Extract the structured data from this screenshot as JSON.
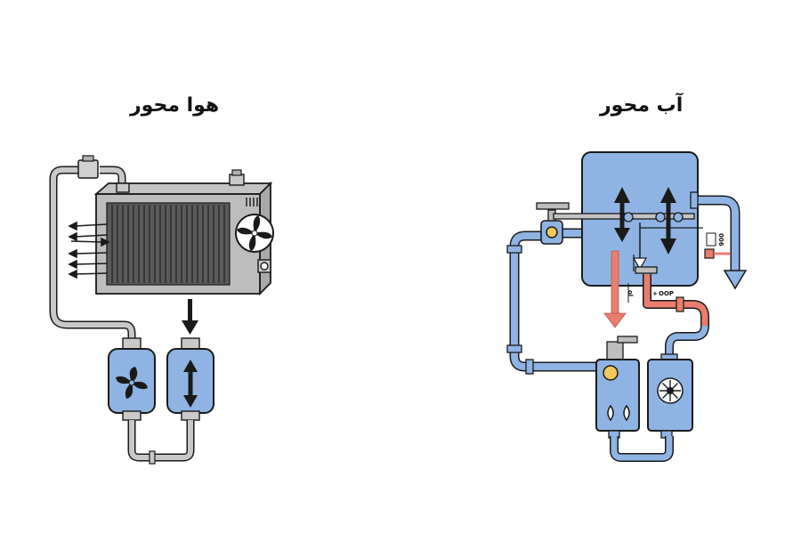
{
  "air_cooled": {
    "title": "هوا محور"
  },
  "water_cooled": {
    "title": "آب محور",
    "label_vertical_left": "ol",
    "label_right_side": "006",
    "label_bottom": "OOP"
  },
  "colors": {
    "water_blue": "#8fb4e3",
    "dark_blue": "#5f86be",
    "hot_red": "#e97d6e",
    "metal_gray": "#bdbdbd",
    "outline": "#1a1a1a"
  },
  "icons": [
    "fan-icon",
    "up-down-arrow-icon",
    "down-arrow-icon",
    "flame-icon",
    "wheel-icon",
    "gauge-icon"
  ]
}
